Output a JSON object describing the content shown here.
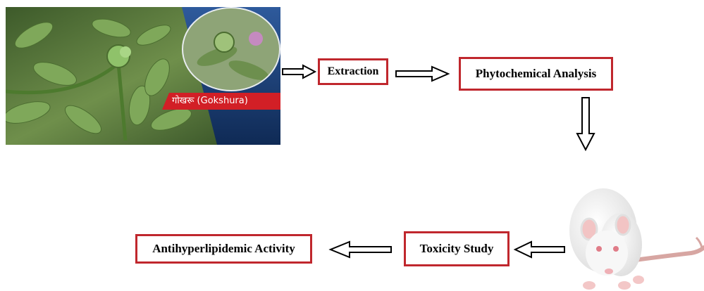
{
  "photo": {
    "caption": "गोखरू (Gokshura)",
    "icon": "plant-photo"
  },
  "flow": {
    "extraction": "Extraction",
    "phytochemical": "Phytochemical Analysis",
    "toxicity": "Toxicity Study",
    "antihyperlipidemic": "Antihyperlipidemic Activity"
  },
  "colors": {
    "box_border": "#c0272d",
    "leaf_green": "#5e8a3c",
    "blue_panel": "#1c3f7a",
    "caption_red": "#d21f26"
  }
}
